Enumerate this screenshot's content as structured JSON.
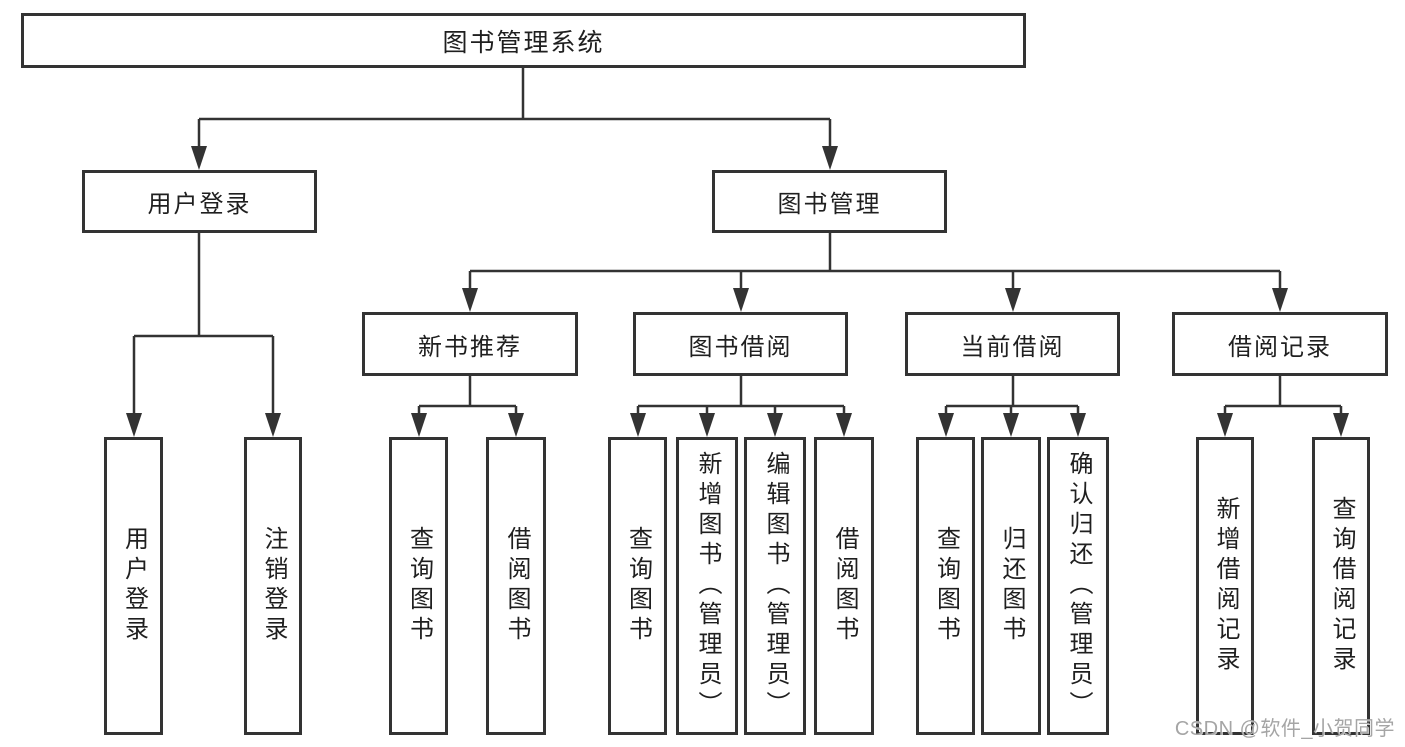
{
  "diagram": {
    "root": {
      "label": "图书管理系统"
    },
    "level2": [
      {
        "label": "用户登录"
      },
      {
        "label": "图书管理"
      }
    ],
    "level3": [
      {
        "label": "新书推荐"
      },
      {
        "label": "图书借阅"
      },
      {
        "label": "当前借阅"
      },
      {
        "label": "借阅记录"
      }
    ],
    "leaves": [
      {
        "label": "用户登录"
      },
      {
        "label": "注销登录"
      },
      {
        "label": "查询图书"
      },
      {
        "label": "借阅图书"
      },
      {
        "label": "查询图书"
      },
      {
        "label": "新增图书（管理员）"
      },
      {
        "label": "编辑图书（管理员）"
      },
      {
        "label": "借阅图书"
      },
      {
        "label": "查询图书"
      },
      {
        "label": "归还图书"
      },
      {
        "label": "确认归还（管理员）"
      },
      {
        "label": "新增借阅记录"
      },
      {
        "label": "查询借阅记录"
      }
    ]
  },
  "watermark": {
    "text": "CSDN @软件_小贺同学"
  },
  "colors": {
    "line": "#333333",
    "box_border": "#333333",
    "text": "#1f1f1f",
    "watermark": "#a5a5a5",
    "background": "#ffffff"
  }
}
